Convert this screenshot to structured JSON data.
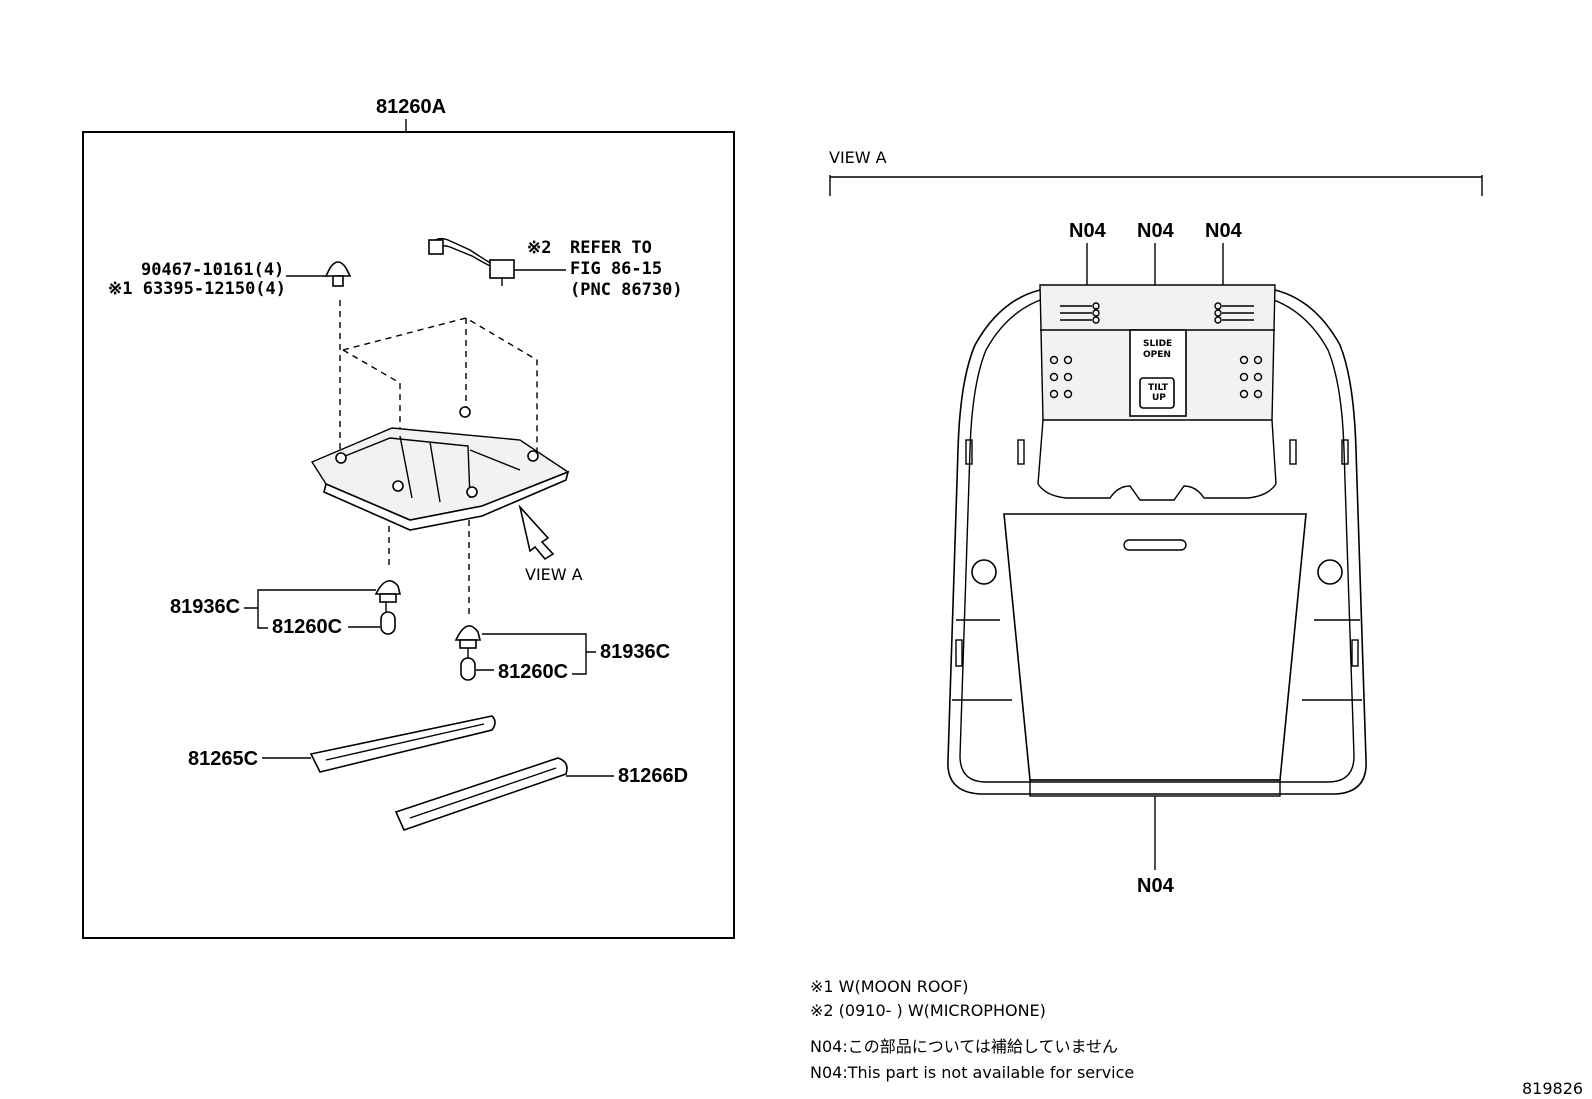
{
  "assembly_label": "81260A",
  "view_a_title": "VIEW A",
  "view_a_arrow_label": "VIEW A",
  "parts": {
    "screw": "90467-10161(4)",
    "clip_moonroof": "※1 63395-12150(4)",
    "refer_mark": "※2",
    "refer_line1": "REFER TO",
    "refer_line2": "FIG 86-15",
    "refer_line3": "(PNC 86730)",
    "socket_left": "81936C",
    "bulb_left": "81260C",
    "socket_right": "81936C",
    "bulb_right": "81260C",
    "lens_left": "81265C",
    "lens_right": "81266D"
  },
  "view_a": {
    "n04_left": "N04",
    "n04_center": "N04",
    "n04_right": "N04",
    "n04_bottom": "N04",
    "switch_slide_1": "SLIDE",
    "switch_slide_2": "OPEN",
    "switch_tilt_1": "TILT",
    "switch_tilt_2": "UP"
  },
  "notes": {
    "note1": "※1 W(MOON ROOF)",
    "note2": "※2 (0910-        ) W(MICROPHONE)",
    "note3": "N04:この部品については補給していません",
    "note4": "N04:This part is not available for service"
  },
  "figure_number": "819826"
}
